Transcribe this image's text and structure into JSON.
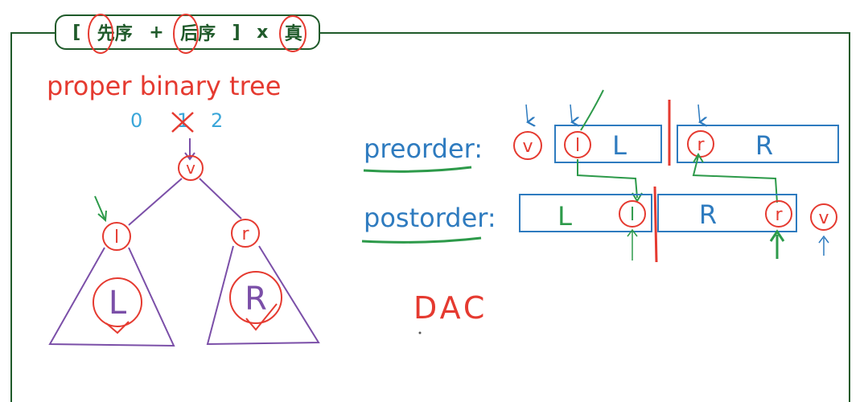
{
  "title": {
    "open_bracket": "[",
    "preorder_cn": "先序",
    "plus": "+",
    "postorder_cn": "后序",
    "close_bracket": "]",
    "times": "x",
    "true_cn": "真"
  },
  "tree": {
    "heading": "proper binary tree",
    "degree_0": "0",
    "degree_1": "1",
    "degree_2": "2",
    "root": "v",
    "left": "l",
    "right": "r",
    "left_subtree": "L",
    "right_subtree": "R"
  },
  "preorder": {
    "label": "preorder:",
    "root": "v",
    "left_root": "l",
    "left_rest": "L",
    "right_root": "r",
    "right_rest": "R"
  },
  "postorder": {
    "label": "postorder:",
    "left_rest": "L",
    "left_root": "l",
    "right_rest": "R",
    "right_root": "r",
    "root": "v"
  },
  "note": "DAC",
  "colors": {
    "frame": "#1f5a2a",
    "red": "#e53a30",
    "blue": "#2e7bbf",
    "green": "#2d9a4a",
    "purple": "#7b4fa8",
    "cyan": "#3aa6d9"
  }
}
